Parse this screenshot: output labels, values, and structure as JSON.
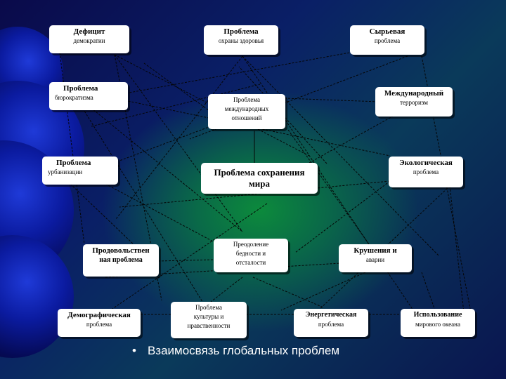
{
  "nodes": {
    "deficit": [
      "Дефицит",
      "демократии"
    ],
    "health": [
      "Проблема",
      "охраны здоровья"
    ],
    "raw": [
      "Сырьевая",
      "проблема"
    ],
    "bureau": [
      "Проблема",
      "бюрократизма"
    ],
    "intl": [
      "Проблема",
      "международных",
      "отношений"
    ],
    "terror": [
      "Международный",
      "терроризм"
    ],
    "urban": [
      "Проблема",
      "урбанизации"
    ],
    "peace": [
      "Проблема сохранения",
      "мира"
    ],
    "eco": [
      "Экологическая",
      "проблема"
    ],
    "food": [
      "Продовольствен",
      "ная проблема"
    ],
    "poverty": [
      "Преодоление",
      "бедности и",
      "отсталости"
    ],
    "crash": [
      "Крушения и",
      "аварии"
    ],
    "demo": [
      "Демографическая",
      "проблема"
    ],
    "culture": [
      "Проблема",
      "культуры и",
      "нравственности"
    ],
    "energy": [
      "Энергетическая",
      "проблема"
    ],
    "ocean": [
      "Использование",
      "мирового океана"
    ]
  },
  "caption": {
    "bullet": "•",
    "text": "Взаимосвязь глобальных проблем"
  }
}
